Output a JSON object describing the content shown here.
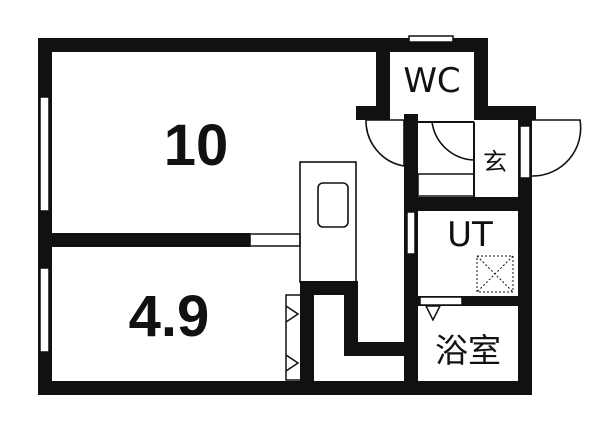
{
  "rooms": {
    "main_room": "10",
    "second_room": "4.9",
    "toilet": "WC",
    "entrance": "玄",
    "utility": "UT",
    "bathroom": "浴室"
  },
  "colors": {
    "wall": "#111111",
    "background": "#ffffff"
  }
}
